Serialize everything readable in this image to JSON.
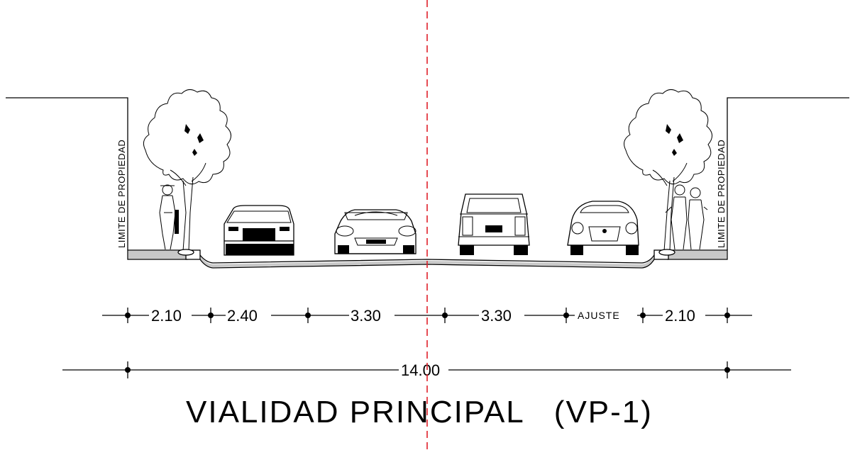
{
  "title": "VIALIDAD PRINCIPAL   (VP-1)",
  "property_limit_left": "LIMITE DE PROPIEDAD",
  "property_limit_right": "LIMITE DE PROPIEDAD",
  "dimensions": [
    {
      "id": "sidewalk-left",
      "label": "2.10"
    },
    {
      "id": "parking-left",
      "label": "2.40"
    },
    {
      "id": "lane-left",
      "label": "3.30"
    },
    {
      "id": "lane-right",
      "label": "3.30"
    },
    {
      "id": "adjustment",
      "label": "AJUSTE"
    },
    {
      "id": "sidewalk-right",
      "label": "2.10"
    }
  ],
  "total_width": "14.00",
  "colors": {
    "linework": "#000000",
    "centerline": "#e0202a",
    "background": "#ffffff"
  },
  "icons": [
    "tree-icon",
    "pedestrian-icon",
    "car-sedan-icon",
    "car-sports-icon",
    "car-suv-rear-icon",
    "car-beetle-icon"
  ]
}
